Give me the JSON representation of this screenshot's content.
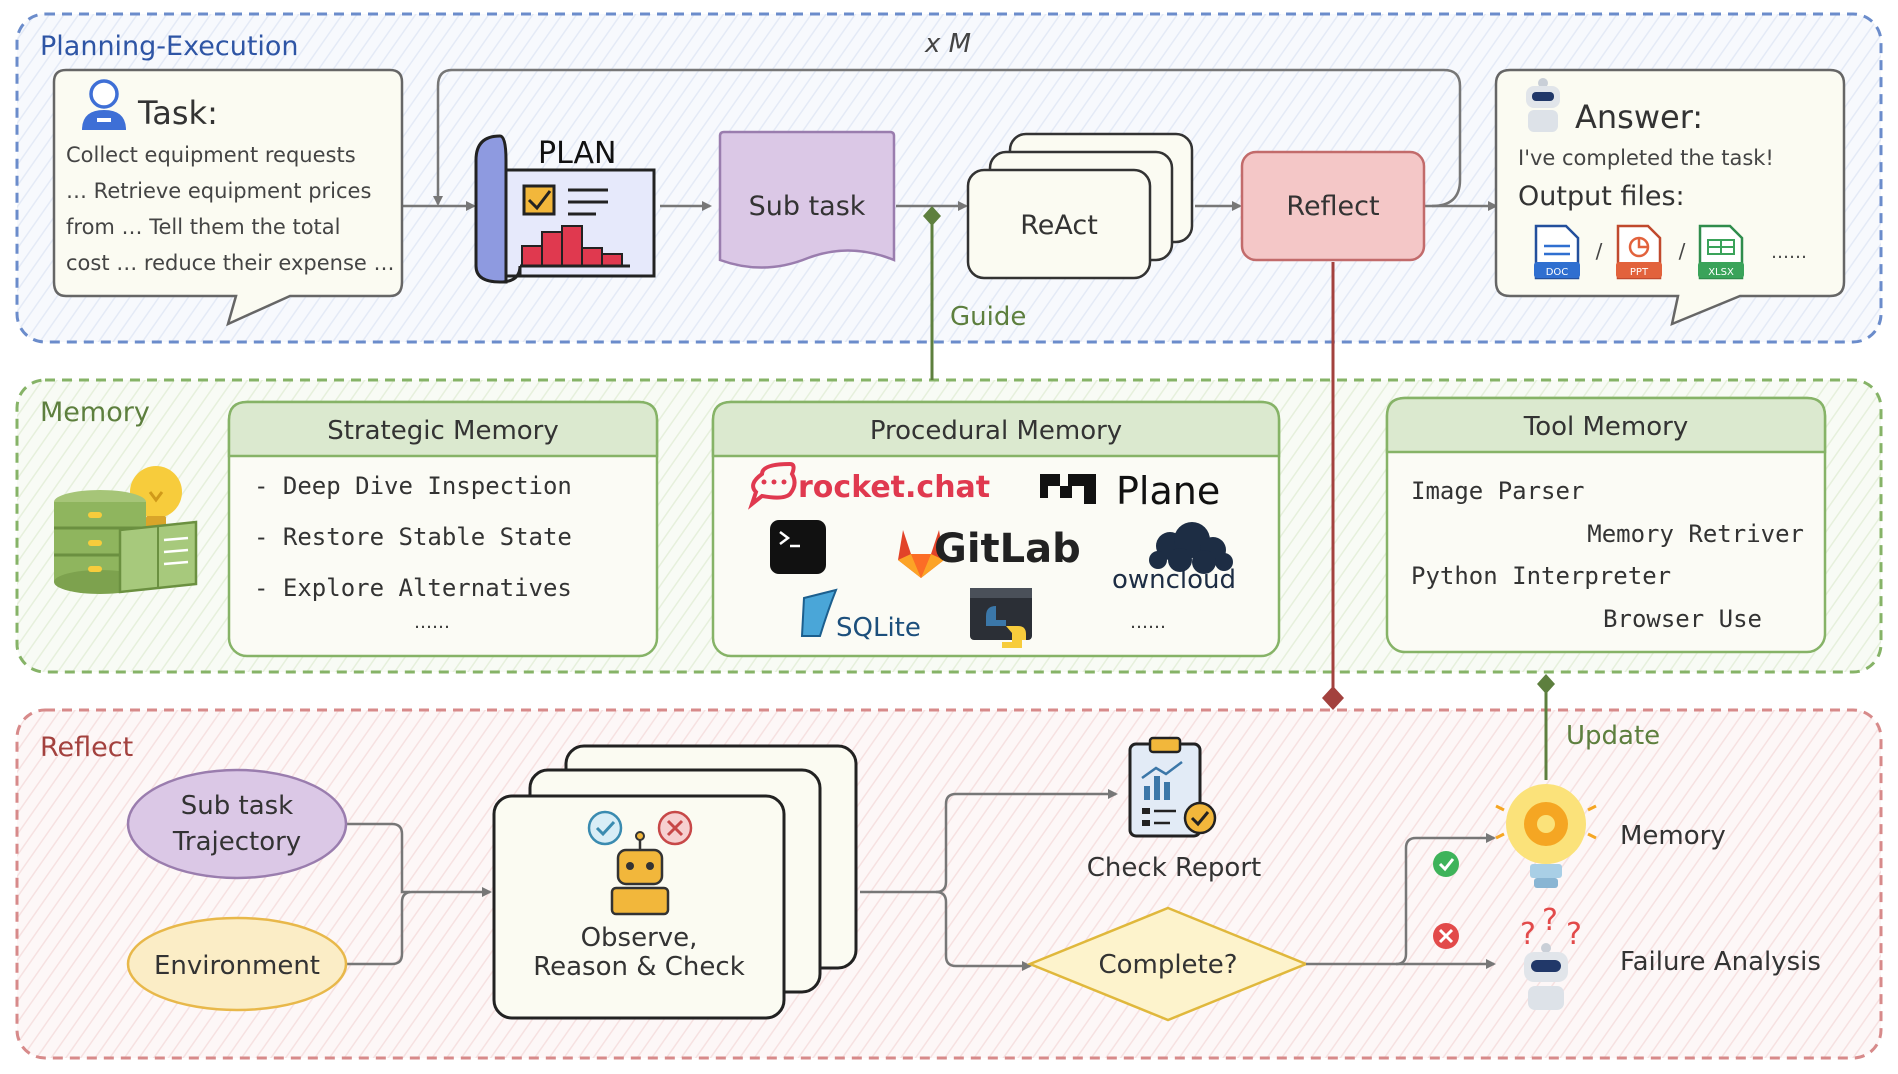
{
  "sections": {
    "planning": "Planning-Execution",
    "memory": "Memory",
    "reflect": "Reflect"
  },
  "loop_label": "x M",
  "task": {
    "title": "Task:",
    "lines": [
      "Collect equipment requests",
      "… Retrieve equipment prices",
      "from … Tell them the total",
      "cost … reduce their expense …"
    ]
  },
  "plan": {
    "title": "PLAN"
  },
  "subtask": "Sub task",
  "react": "ReAct",
  "reflect_box": "Reflect",
  "guide": "Guide",
  "answer": {
    "title": "Answer:",
    "line": "I've completed the task!",
    "files_label": "Output files:",
    "files": [
      "DOC",
      "PPT",
      "XLSX"
    ],
    "separator": "/",
    "more": "……"
  },
  "strategic_memory": {
    "title": "Strategic Memory",
    "items": [
      "- Deep Dive Inspection",
      "- Restore Stable State",
      "- Explore Alternatives"
    ],
    "more": "……"
  },
  "procedural_memory": {
    "title": "Procedural Memory",
    "tools": [
      "rocket.chat",
      "Plane",
      "GitLab",
      "owncloud",
      "SQLite"
    ],
    "more": "……"
  },
  "tool_memory": {
    "title": "Tool Memory",
    "items": [
      "Image Parser",
      "Memory Retriver",
      "Python Interpreter",
      "Browser Use"
    ]
  },
  "reflect_section": {
    "trajectory": [
      "Sub task",
      "Trajectory"
    ],
    "environment": "Environment",
    "observe": [
      "Observe,",
      "Reason & Check"
    ],
    "check_report": "Check Report",
    "complete": "Complete?",
    "update": "Update",
    "memory": "Memory",
    "failure": "Failure Analysis"
  },
  "colors": {
    "blue": "#5b7fc7",
    "green": "#7aaa5a",
    "red": "#d28080",
    "dark_green": "#5d7f3e",
    "dark_red": "#a3413e",
    "reflect_fill": "#f4c7c7",
    "subtask_fill": "#dbc8e6",
    "mem_header": "#dbe9cf",
    "cream": "#fbfbf2"
  }
}
